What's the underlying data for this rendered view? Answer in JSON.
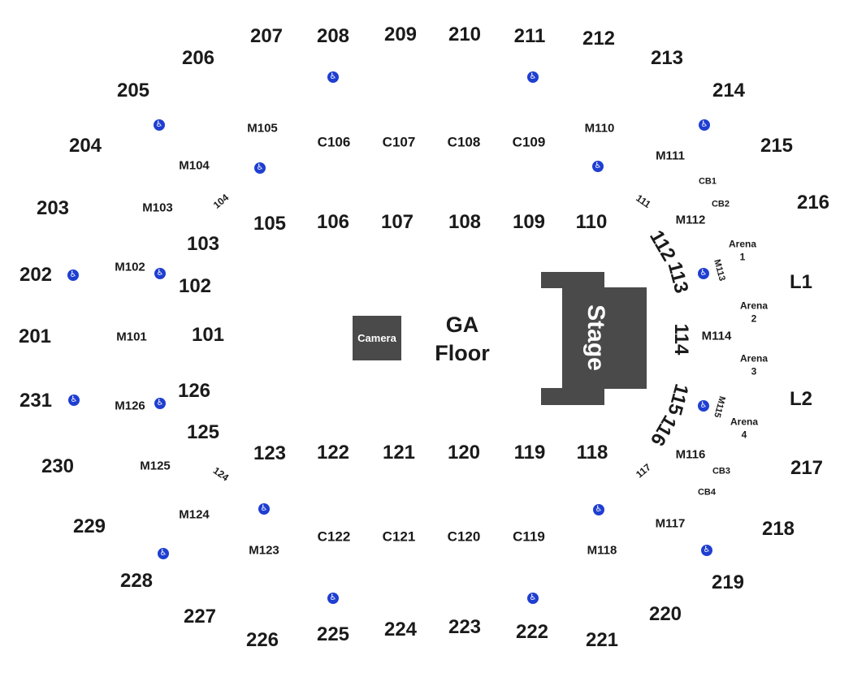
{
  "camera_label": "Camera",
  "ga_floor": {
    "line1": "GA",
    "line2": "Floor"
  },
  "stage_label": "Stage",
  "accessibility_icon": "wheelchair-icon",
  "colors": {
    "stage": "#4a4a4a",
    "accessible": "#1f3fd1",
    "text": "#1a1a1a"
  },
  "sections_upper": [
    "207",
    "208",
    "209",
    "210",
    "211",
    "212",
    "206",
    "213",
    "205",
    "214",
    "204",
    "215",
    "203",
    "216",
    "202",
    "L1",
    "201",
    "231",
    "L2",
    "230",
    "217",
    "229",
    "218",
    "228",
    "219",
    "227",
    "220",
    "226",
    "225",
    "224",
    "223",
    "222",
    "221"
  ],
  "sections_lower": [
    "105",
    "106",
    "107",
    "108",
    "109",
    "110",
    "103",
    "102",
    "101",
    "126",
    "125",
    "123",
    "122",
    "121",
    "120",
    "119",
    "118",
    "112",
    "113",
    "114",
    "115",
    "116"
  ],
  "sections_lower_small": [
    "104",
    "111",
    "124",
    "117"
  ],
  "sections_club": [
    "C106",
    "C107",
    "C108",
    "C109",
    "C122",
    "C121",
    "C120",
    "C119"
  ],
  "sections_mezz": [
    "M105",
    "M110",
    "M104",
    "M111",
    "M103",
    "M112",
    "M102",
    "M101",
    "M114",
    "M126",
    "M125",
    "M116",
    "M124",
    "M117",
    "M123",
    "M118"
  ],
  "sections_mezz_small": [
    "M113",
    "M115"
  ],
  "sections_cb": [
    "CB1",
    "CB2",
    "CB3",
    "CB4"
  ],
  "sections_arena": [
    {
      "line1": "Arena",
      "line2": "1"
    },
    {
      "line1": "Arena",
      "line2": "2"
    },
    {
      "line1": "Arena",
      "line2": "3"
    },
    {
      "line1": "Arena",
      "line2": "4"
    }
  ]
}
